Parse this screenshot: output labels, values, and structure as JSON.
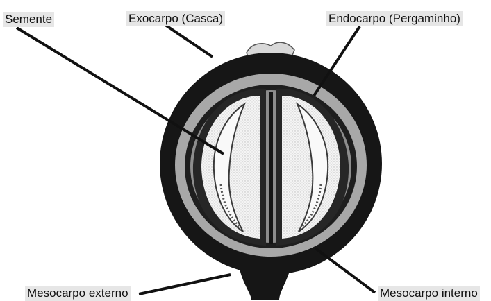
{
  "labels": {
    "semente": "Semente",
    "exocarpo": "Exocarpo (Casca)",
    "endocarpo": "Endocarpo (Pergaminho)",
    "mesocarpo_externo": "Mesocarpo externo",
    "mesocarpo_interno": "Mesocarpo interno"
  },
  "colors": {
    "exocarp": "#161616",
    "mesocarp": "#a8a8a8",
    "endocarp": "#262626",
    "seed": "#f4f4f4",
    "seed_stipple": "#c9c9c9",
    "leader": "#111111"
  }
}
